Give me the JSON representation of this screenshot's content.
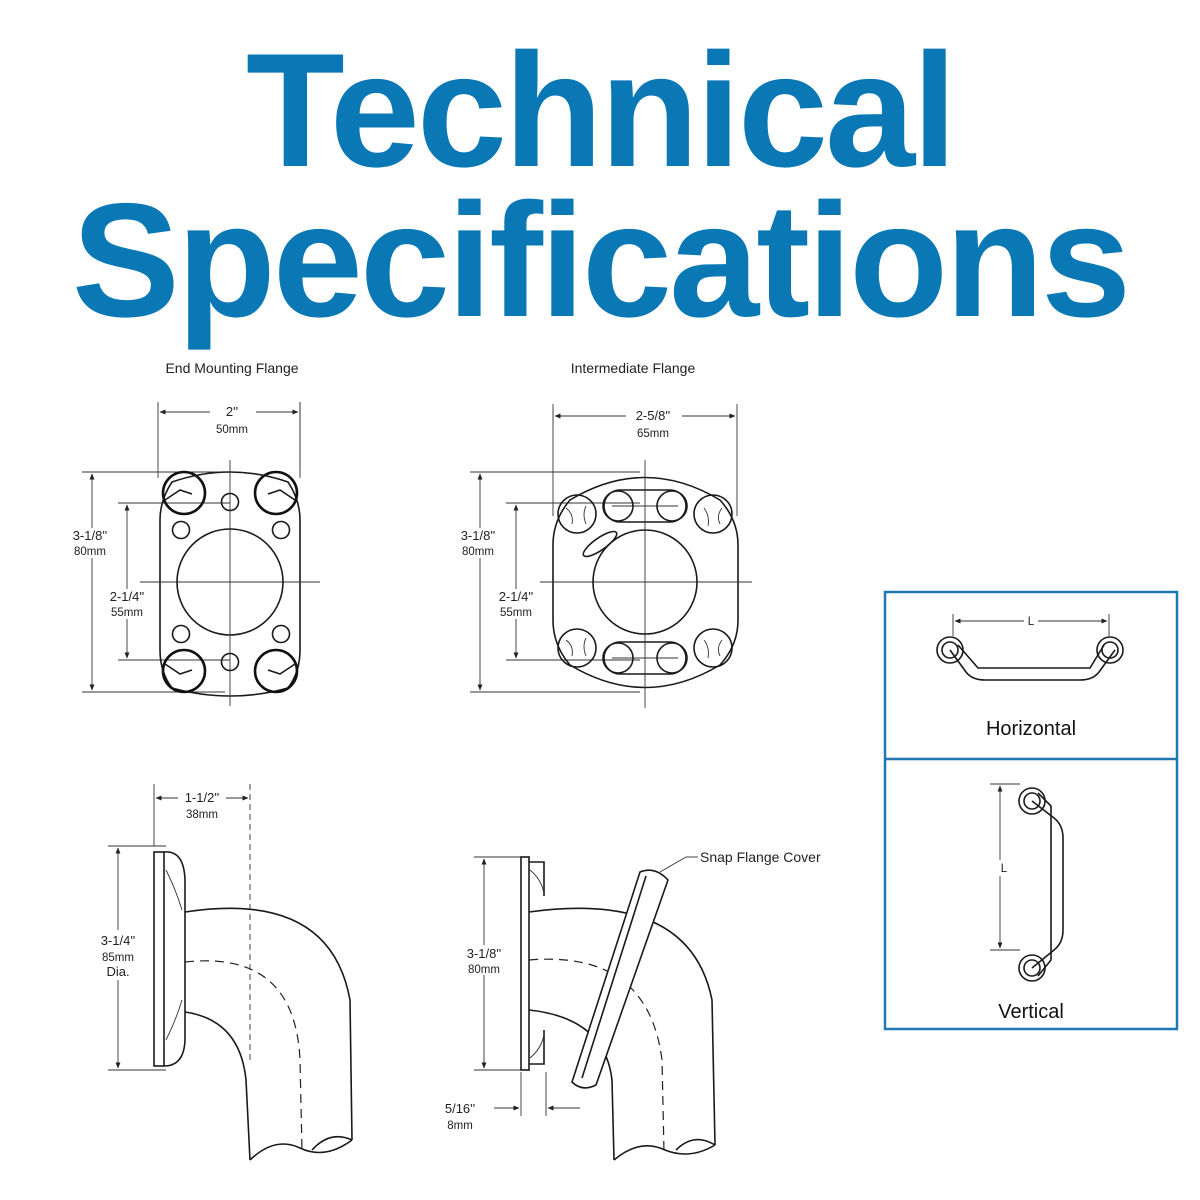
{
  "title": {
    "line1": "Technical",
    "line2": "Specifications"
  },
  "colors": {
    "accent": "#0a78b5",
    "panel_border": "#1f78b4",
    "linework": "#1a1a1a"
  },
  "end_flange": {
    "caption": "End Mounting Flange",
    "width": {
      "imperial": "2''",
      "metric": "50mm"
    },
    "height": {
      "imperial": "3-1/8''",
      "metric": "80mm"
    },
    "hole_spacing": {
      "imperial": "2-1/4''",
      "metric": "55mm"
    }
  },
  "intermediate_flange": {
    "caption": "Intermediate Flange",
    "width": {
      "imperial": "2-5/8''",
      "metric": "65mm"
    },
    "height": {
      "imperial": "3-1/8''",
      "metric": "80mm"
    },
    "hole_spacing": {
      "imperial": "2-1/4''",
      "metric": "55mm"
    }
  },
  "end_side_view": {
    "projection": {
      "imperial": "1-1/2''",
      "metric": "38mm"
    },
    "diameter": {
      "imperial": "3-1/4''",
      "metric": "85mm",
      "suffix": "Dia."
    }
  },
  "intermediate_side_view": {
    "callout": "Snap Flange Cover",
    "height": {
      "imperial": "3-1/8''",
      "metric": "80mm"
    },
    "plate": {
      "imperial": "5/16''",
      "metric": "8mm"
    }
  },
  "orientation_panels": [
    {
      "label": "Horizontal",
      "dimension": "L"
    },
    {
      "label": "Vertical",
      "dimension": "L"
    }
  ]
}
